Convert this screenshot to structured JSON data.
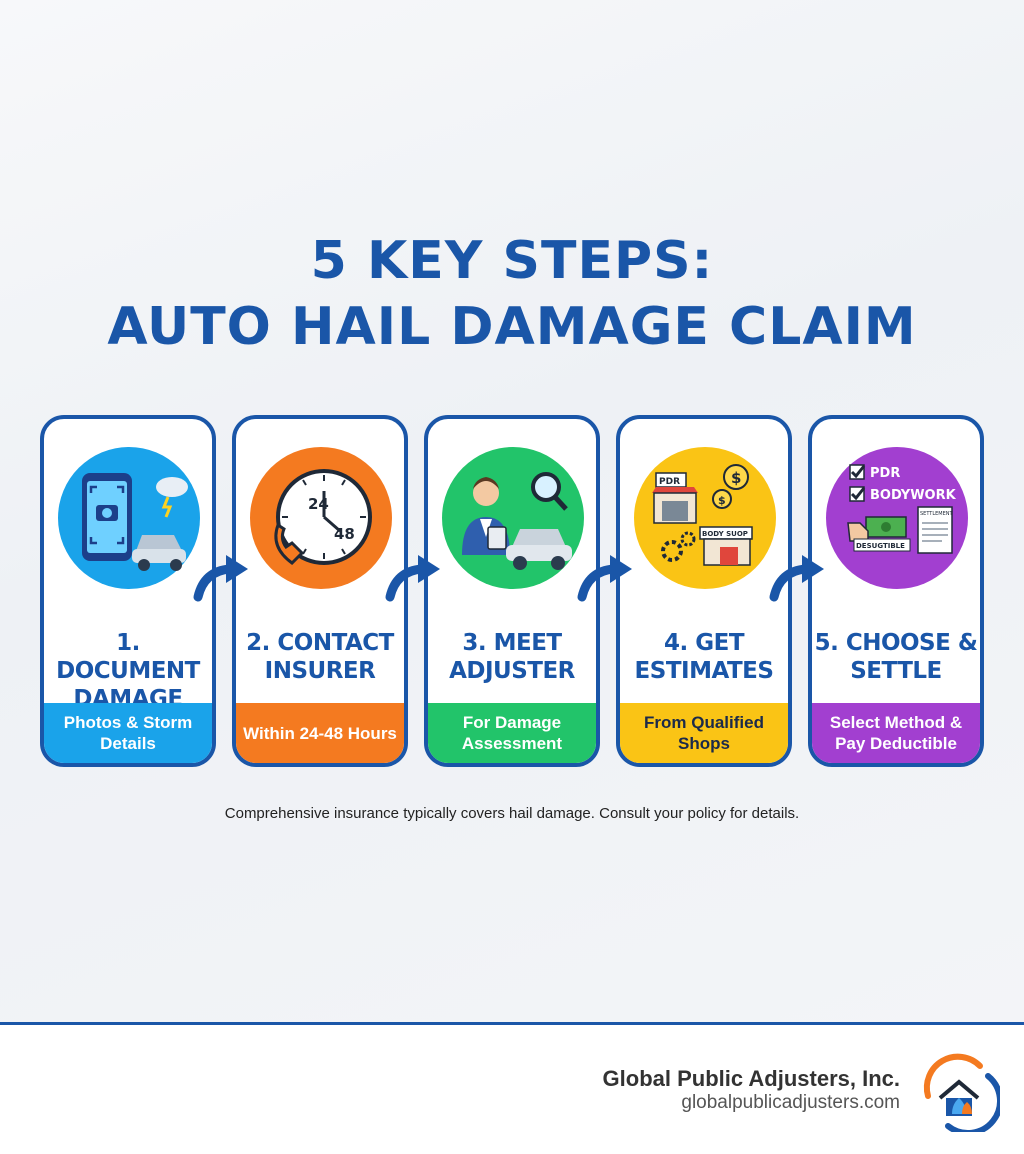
{
  "title": {
    "line1": "5 KEY STEPS:",
    "line2": "AUTO HAIL DAMAGE CLAIM"
  },
  "steps": [
    {
      "title": "1. DOCUMENT DAMAGE",
      "subtitle": "Photos & Storm Details",
      "color": "#1aa3ea",
      "band_text_color": "#ffffff",
      "icon": "phone-camera-car-icon"
    },
    {
      "title": "2. CONTACT INSURER",
      "subtitle": "Within 24-48 Hours",
      "color": "#f47a20",
      "band_text_color": "#ffffff",
      "icon": "clock-phone-icon"
    },
    {
      "title": "3. MEET ADJUSTER",
      "subtitle": "For Damage Assessment",
      "color": "#22c46a",
      "band_text_color": "#ffffff",
      "icon": "adjuster-car-icon"
    },
    {
      "title": "4. GET ESTIMATES",
      "subtitle": "From Qualified Shops",
      "color": "#fac415",
      "band_text_color": "#1b2a4a",
      "icon": "shops-estimates-icon"
    },
    {
      "title": "5. CHOOSE & SETTLE",
      "subtitle": "Select Method & Pay Deductible",
      "color": "#a23fd0",
      "band_text_color": "#ffffff",
      "icon": "checklist-settlement-icon"
    }
  ],
  "icon_labels": {
    "clock_24": "24",
    "clock_48": "48",
    "pdr_sign": "PDR",
    "body_shop_sign": "BODY SUOP",
    "check_pdr": "PDR",
    "check_bodywork": "BODYWORK",
    "deductible": "DESUGTIBLE",
    "settlement": "SETTLEMENT"
  },
  "footnote": "Comprehensive insurance typically covers hail damage. Consult your policy for details.",
  "footer": {
    "company": "Global Public Adjusters, Inc.",
    "website": "globalpublicadjusters.com"
  },
  "colors": {
    "primary": "#1a56a8",
    "background": "#f2f4f7"
  }
}
